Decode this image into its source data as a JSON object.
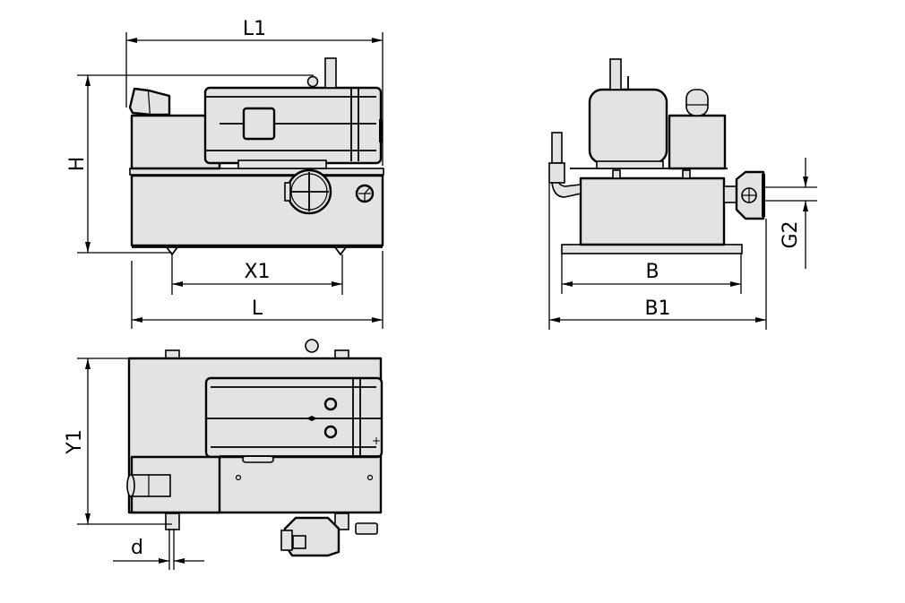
{
  "drawing": {
    "title": "Vacuum pump unit dimension drawing",
    "views": [
      "side-view",
      "end-view",
      "top-view"
    ],
    "colors": {
      "background": "#ffffff",
      "part_fill": "#e3e3e3",
      "line": "#000000"
    }
  },
  "dimensions": {
    "L1": "L1",
    "H": "H",
    "X1": "X1",
    "L": "L",
    "B": "B",
    "B1": "B1",
    "G2": "G2",
    "Y1": "Y1",
    "d": "d"
  }
}
